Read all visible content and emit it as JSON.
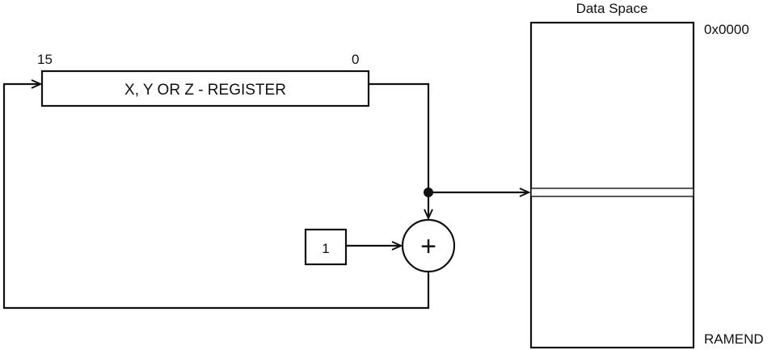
{
  "diagram": {
    "register": {
      "label": "X, Y OR Z - REGISTER",
      "msb_label": "15",
      "lsb_label": "0"
    },
    "increment": {
      "constant_label": "1",
      "adder_symbol": "+"
    },
    "memory": {
      "title": "Data Space",
      "top_address": "0x0000",
      "bottom_address": "RAMEND"
    },
    "colors": {
      "line": "#111111",
      "background": "#ffffff"
    }
  }
}
